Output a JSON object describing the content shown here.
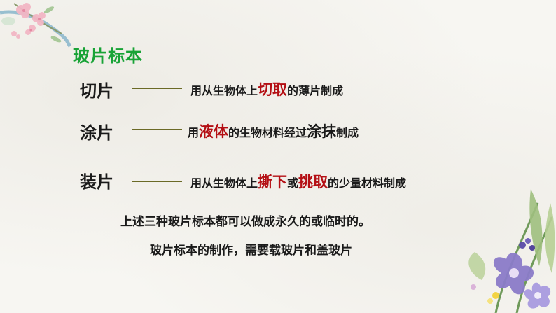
{
  "title": "玻片标本",
  "rows": [
    {
      "term": "切片",
      "segments": [
        "用从生物体上",
        "切取",
        "的薄片制成"
      ]
    },
    {
      "term": "涂片",
      "segments": [
        "用",
        "液体",
        "的生物材料经过",
        "涂抹",
        "制成"
      ]
    },
    {
      "term": "装片",
      "segments": [
        "用从生物体上",
        "撕下",
        "或",
        "挑取",
        "的少量材料制成"
      ]
    }
  ],
  "notes": [
    "上述三种玻片标本都可以做成永久的或临时的。",
    "玻片标本的制作，需要载玻片和盖玻片"
  ],
  "colors": {
    "title": "#18a336",
    "highlight_red": "#b40f14",
    "text": "#1a1a1a",
    "dash": "#6b6a26"
  },
  "decor": [
    "flower-branch-top-left",
    "iris-bouquet-bottom-right"
  ]
}
